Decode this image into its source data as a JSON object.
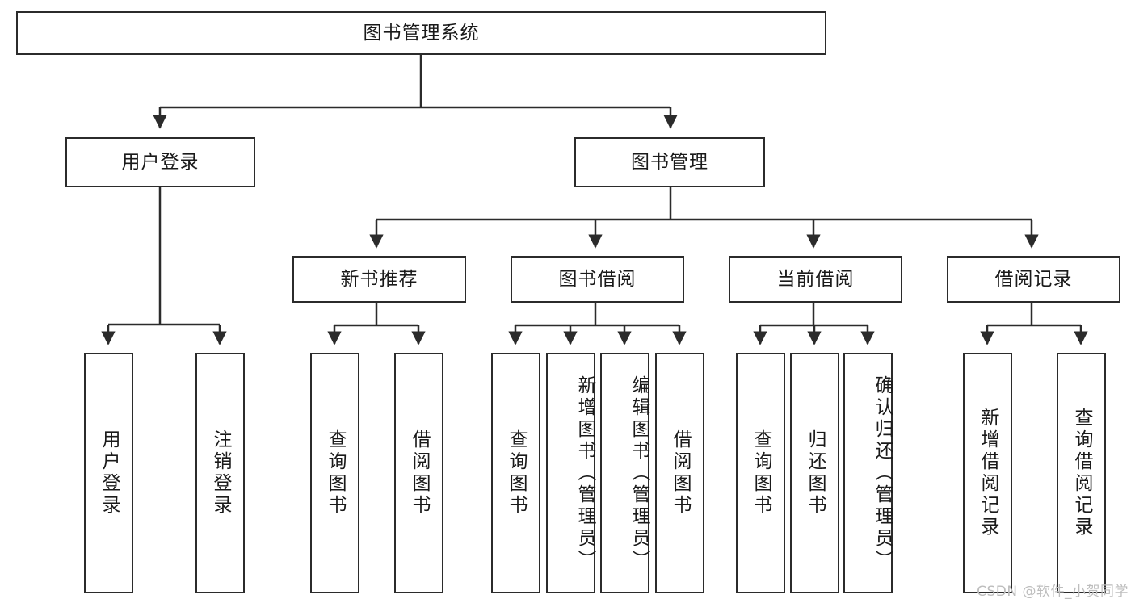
{
  "diagram": {
    "title": "图书管理系统",
    "type": "tree-hierarchy",
    "root": {
      "label": "图书管理系统"
    },
    "level2": [
      {
        "label": "用户登录"
      },
      {
        "label": "图书管理"
      }
    ],
    "level3": [
      {
        "label": "新书推荐"
      },
      {
        "label": "图书借阅"
      },
      {
        "label": "当前借阅"
      },
      {
        "label": "借阅记录"
      }
    ],
    "leaves": {
      "user_login": [
        {
          "label": "用户登录"
        },
        {
          "label": "注销登录"
        }
      ],
      "new_book_recommend": [
        {
          "label": "查询图书"
        },
        {
          "label": "借阅图书"
        }
      ],
      "book_borrow": [
        {
          "label": "查询图书"
        },
        {
          "label": "新增图书（管理员）"
        },
        {
          "label": "编辑图书（管理员）"
        },
        {
          "label": "借阅图书"
        }
      ],
      "current_borrow": [
        {
          "label": "查询图书"
        },
        {
          "label": "归还图书"
        },
        {
          "label": "确认归还（管理员）"
        }
      ],
      "borrow_record": [
        {
          "label": "新增借阅记录"
        },
        {
          "label": "查询借阅记录"
        }
      ]
    }
  },
  "watermark": {
    "text": "CSDN @软件_小贺同学"
  },
  "colors": {
    "stroke": "#2b2b2b",
    "background": "#ffffff",
    "text": "#1a1a1a",
    "watermark": "#bdbdbd"
  }
}
